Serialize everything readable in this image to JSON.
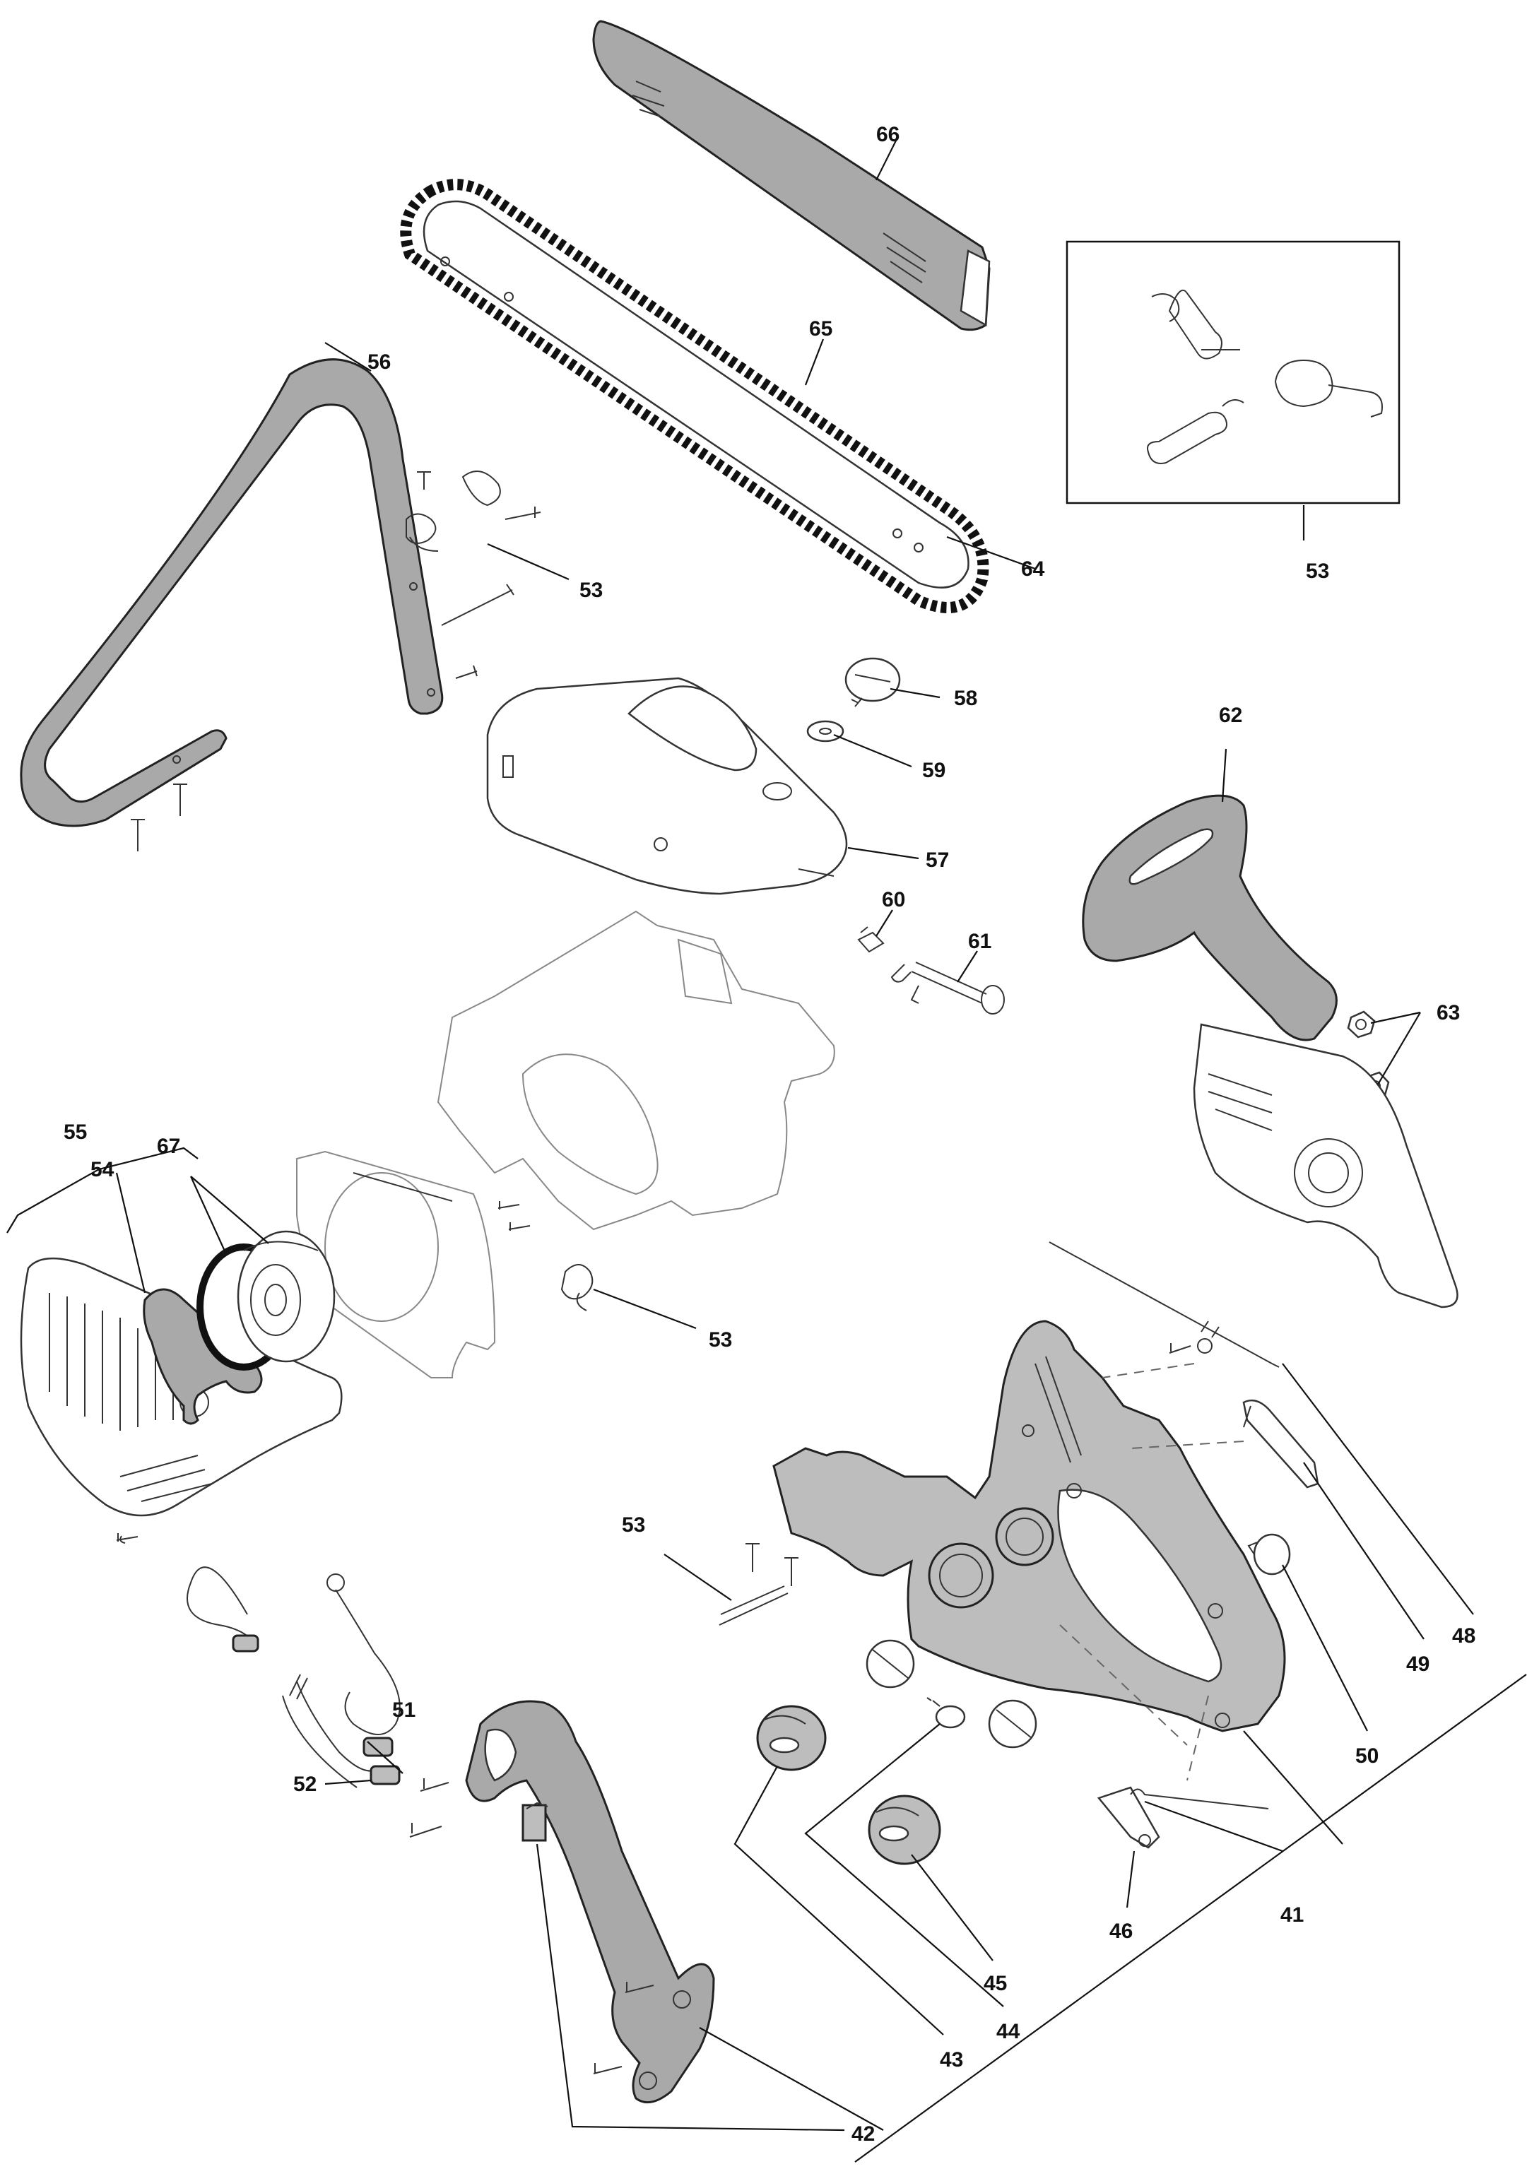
{
  "labels": {
    "l66": "66",
    "l65": "65",
    "l64": "64",
    "l56": "56",
    "l53a": "53",
    "l53b": "53",
    "l53c": "53",
    "l53d": "53",
    "l58": "58",
    "l59": "59",
    "l57": "57",
    "l62": "62",
    "l60": "60",
    "l61": "61",
    "l63": "63",
    "l55": "55",
    "l54": "54",
    "l67": "67",
    "l51": "51",
    "l52": "52",
    "l48": "48",
    "l49": "49",
    "l50": "50",
    "l41": "41",
    "l46": "46",
    "l45": "45",
    "l44": "44",
    "l43": "43",
    "l42": "42"
  }
}
